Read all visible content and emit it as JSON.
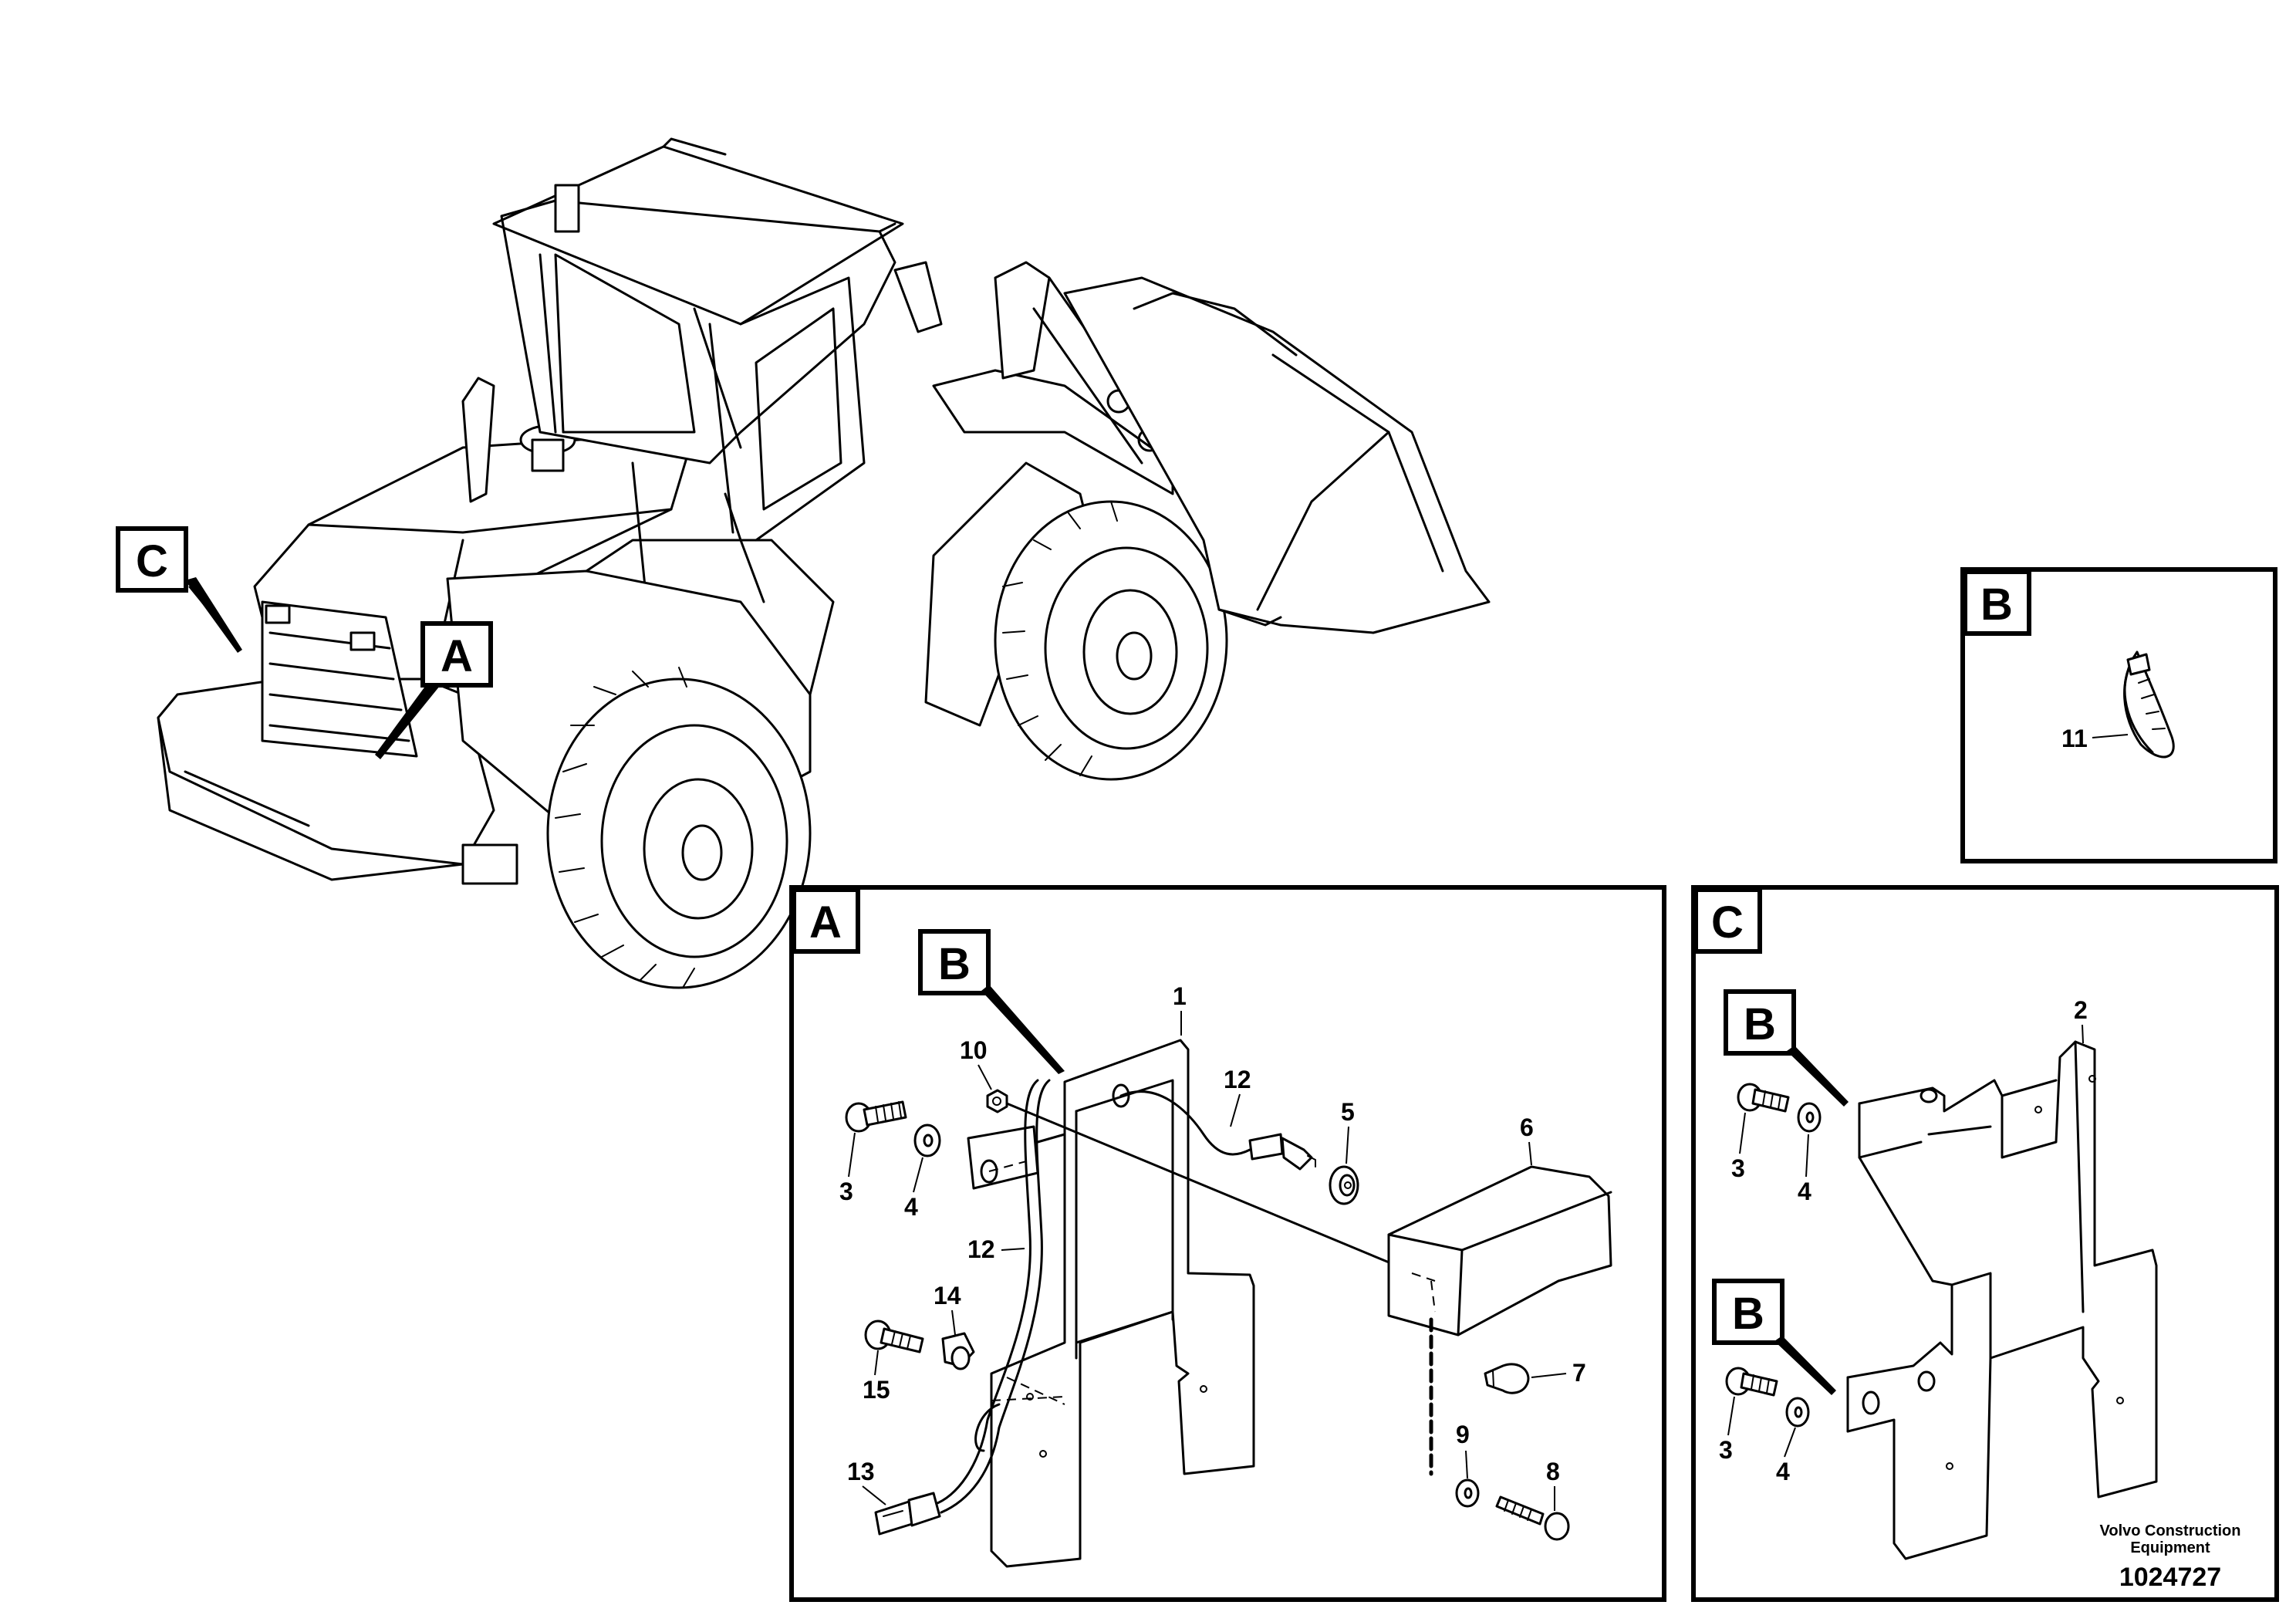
{
  "callout_labels": {
    "A": "A",
    "B": "B",
    "C": "C"
  },
  "panel_labels": {
    "A": "A",
    "B": "B",
    "C": "C"
  },
  "part_numbers": {
    "p1": "1",
    "p2": "2",
    "p3": "3",
    "p4": "4",
    "p5": "5",
    "p6": "6",
    "p7": "7",
    "p8": "8",
    "p9": "9",
    "p10": "10",
    "p11": "11",
    "p12": "12",
    "p13": "13",
    "p14": "14",
    "p15": "15"
  },
  "footer": {
    "brand_line1": "Volvo Construction",
    "brand_line2": "Equipment",
    "drawing_number": "1024727"
  }
}
